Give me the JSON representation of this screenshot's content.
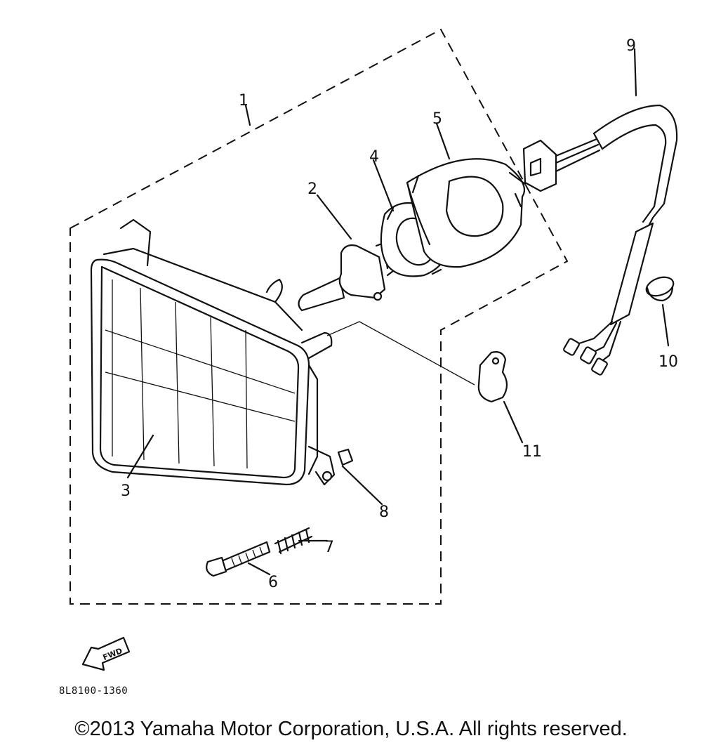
{
  "diagram": {
    "callouts": [
      {
        "id": "1",
        "label": "1"
      },
      {
        "id": "2",
        "label": "2"
      },
      {
        "id": "3",
        "label": "3"
      },
      {
        "id": "4",
        "label": "4"
      },
      {
        "id": "5",
        "label": "5"
      },
      {
        "id": "6",
        "label": "6"
      },
      {
        "id": "7",
        "label": "7"
      },
      {
        "id": "8",
        "label": "8"
      },
      {
        "id": "9",
        "label": "9"
      },
      {
        "id": "10",
        "label": "10"
      },
      {
        "id": "11",
        "label": "11"
      }
    ],
    "fwd_label": "FWD",
    "drawing_code": "8L8100-1360"
  },
  "footer": {
    "copyright": "©2013 Yamaha Motor Corporation, U.S.A. All rights reserved."
  }
}
